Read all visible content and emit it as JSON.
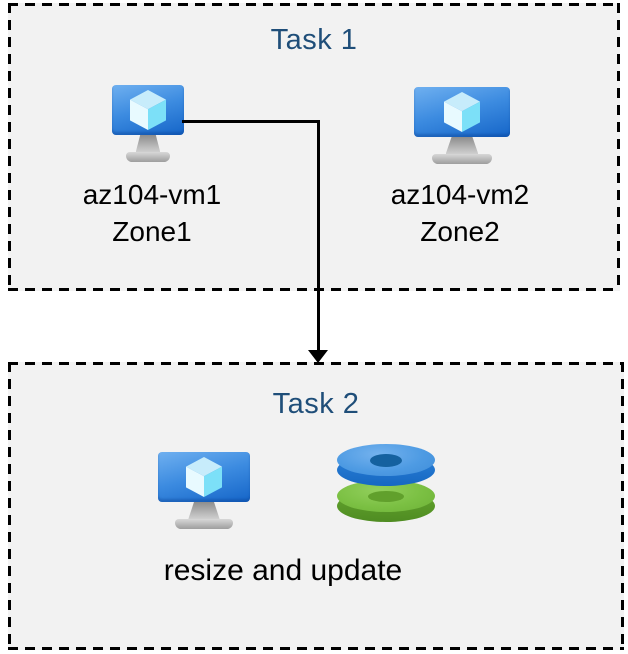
{
  "diagram": {
    "task1": {
      "title": "Task 1",
      "vms": [
        {
          "name": "az104-vm1",
          "zone": "Zone1"
        },
        {
          "name": "az104-vm2",
          "zone": "Zone2"
        }
      ]
    },
    "task2": {
      "title": "Task 2",
      "caption": "resize and update"
    },
    "arrow": {
      "from": "az104-vm1",
      "to": "Task 2"
    },
    "icons": {
      "vm": "virtual-machine-icon",
      "disks": "managed-disks-icon"
    },
    "colors": {
      "panel_bg": "#F2F2F2",
      "panel_border": "#000000",
      "title_text": "#1F4E79",
      "label_text": "#000000",
      "vm_screen_top": "#6FB0F0",
      "vm_screen_bottom": "#1565C8",
      "cube_top": "#C7ECFB",
      "cube_left": "#E8FAFF",
      "cube_right": "#7CE0F8",
      "disk_blue_top": "#4E9BE3",
      "disk_blue_side": "#1A70CC",
      "disk_blue_hole": "#15619F",
      "disk_green_top": "#7BC043",
      "disk_green_side": "#579527",
      "disk_green_hole": "#61A02C"
    }
  }
}
